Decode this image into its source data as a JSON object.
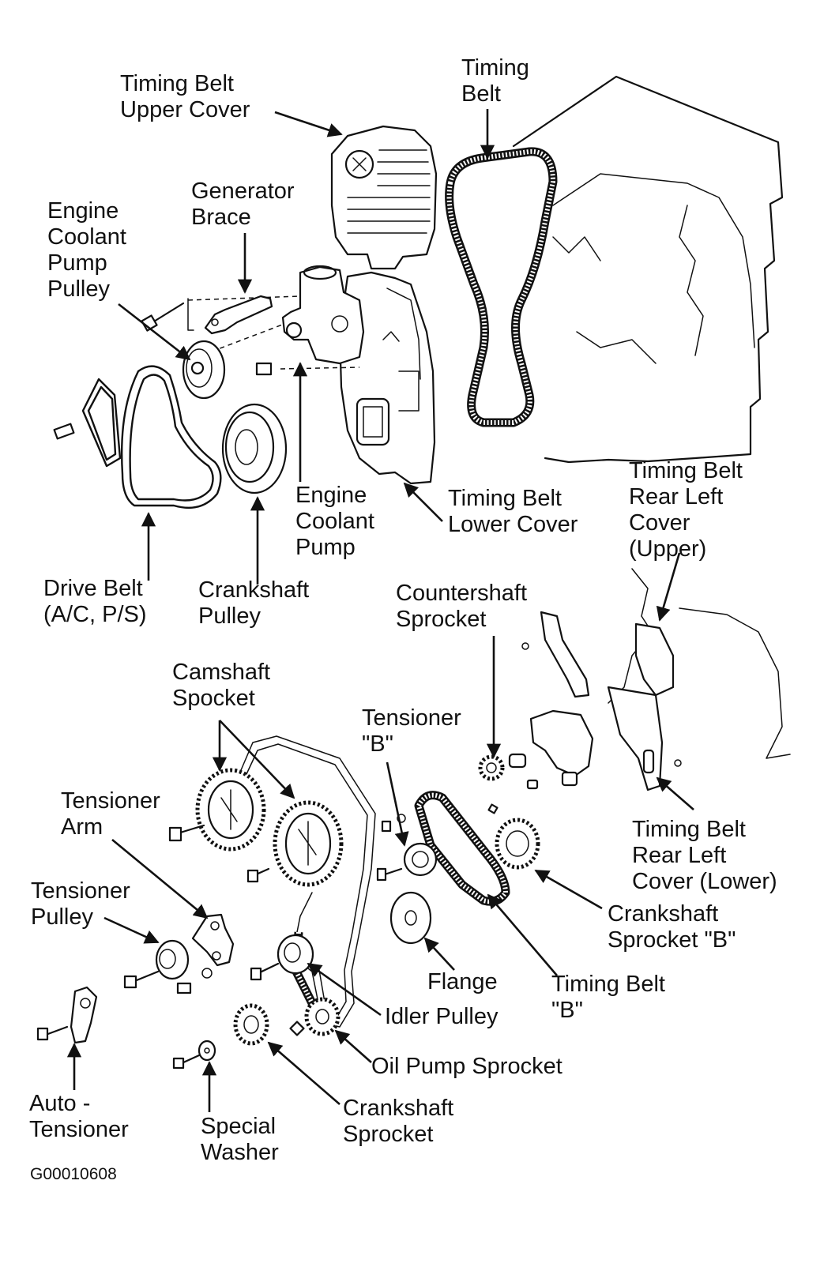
{
  "labels": {
    "timing_belt_upper_cover": "Timing Belt\nUpper Cover",
    "timing_belt": "Timing\nBelt",
    "generator_brace": "Generator\nBrace",
    "engine_coolant_pump_pulley": "Engine\nCoolant\nPump\nPulley",
    "engine_coolant_pump": "Engine\nCoolant\nPump",
    "timing_belt_lower_cover": "Timing Belt\nLower Cover",
    "timing_belt_rear_left_cover_upper": "Timing Belt\nRear Left\nCover\n(Upper)",
    "drive_belt": "Drive Belt\n(A/C, P/S)",
    "crankshaft_pulley": "Crankshaft\nPulley",
    "countershaft_sprocket": "Countershaft\nSprocket",
    "camshaft_sprocket": "Camshaft\nSpocket",
    "tensioner_b": "Tensioner\n\"B\"",
    "tensioner_arm": "Tensioner\nArm",
    "timing_belt_rear_left_cover_lower": "Timing Belt\nRear Left\nCover (Lower)",
    "tensioner_pulley": "Tensioner\nPulley",
    "crankshaft_sprocket_b": "Crankshaft\nSprocket \"B\"",
    "flange": "Flange",
    "timing_belt_b": "Timing Belt\n\"B\"",
    "idler_pulley": "Idler Pulley",
    "oil_pump_sprocket": "Oil Pump Sprocket",
    "auto_tensioner": "Auto -\nTensioner",
    "special_washer": "Special\nWasher",
    "crankshaft_sprocket": "Crankshaft\nSprocket"
  },
  "figure_code": "G00010608"
}
